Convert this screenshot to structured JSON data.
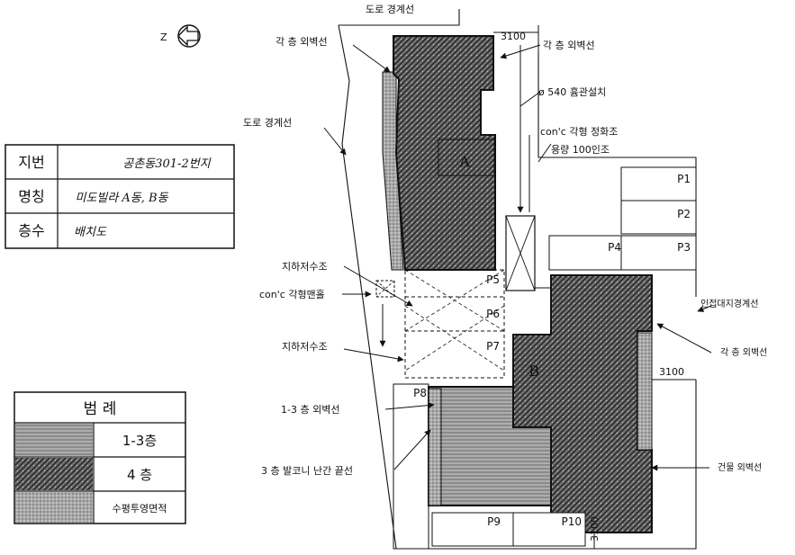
{
  "info_table": {
    "rows": [
      {
        "key": "지번",
        "value": "공촌동301-2번지"
      },
      {
        "key": "명칭",
        "value": "미도빌라 A동, B동"
      },
      {
        "key": "층수",
        "value": "배치도"
      }
    ]
  },
  "legend": {
    "title": "범 례",
    "items": [
      {
        "label": "1-3층"
      },
      {
        "label": "4 층"
      },
      {
        "label": "수평투영면적"
      }
    ]
  },
  "buildings": {
    "a_label": "A",
    "b_label": "B"
  },
  "parking": [
    "P1",
    "P2",
    "P3",
    "P4",
    "P5",
    "P6",
    "P7",
    "P8",
    "P9",
    "P10"
  ],
  "annotations": {
    "road_boundary_top": "도로 경계선",
    "road_boundary_left": "도로 경계선",
    "each_floor_wall_left": "각 층 외벽선",
    "each_floor_wall_right": "각 층 외벽선",
    "dim_top": "3100",
    "hume_pipe": "ø 540 흄관설치",
    "septic_tank": "con'c 각형 정화조",
    "septic_capacity": "용량 100인조",
    "water_tank_1": "지하저수조",
    "manhole": "con'c 각형맨홀",
    "water_tank_2": "지하저수조",
    "adjacent_boundary": "인접대지경계선",
    "each_floor_wall_b": "각 층 외벽선",
    "dim_right": "3100",
    "floor_1_3_wall": "1-3 층 외벽선",
    "balcony_line": "3 층 발코니 난간 끝선",
    "building_wall": "건물 외벽선",
    "dim_bottom": "3100"
  },
  "compass": {
    "letter": "Z",
    "icon": "north-arrow-icon"
  }
}
